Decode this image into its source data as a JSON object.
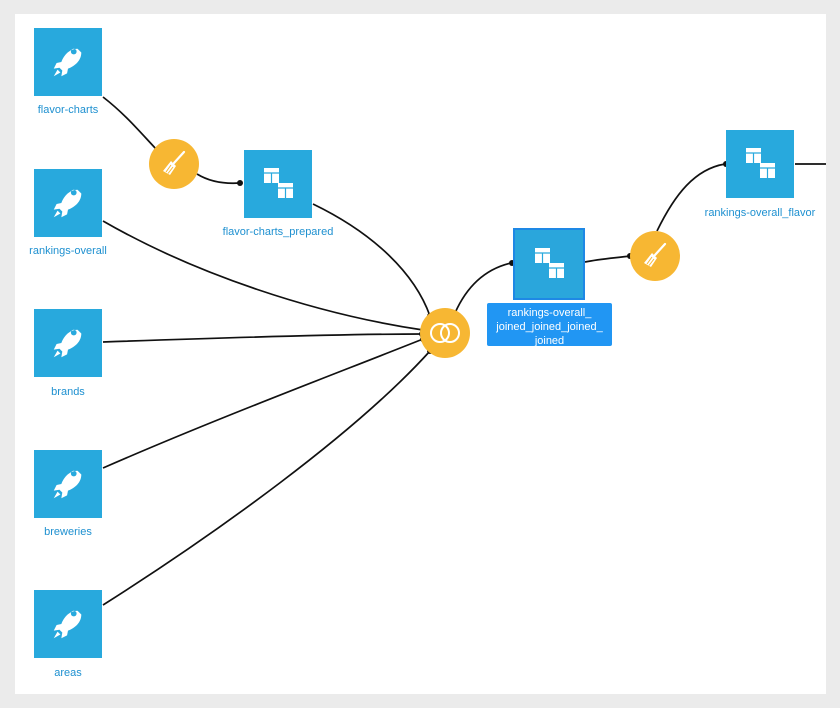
{
  "colors": {
    "dataset": "#28a9dd",
    "recipe": "#f7b733",
    "label": "#1e90d0",
    "selected_label_bg": "#2196f3",
    "edge": "#111111"
  },
  "datasets": {
    "flavor_charts": {
      "label": "flavor-charts",
      "icon": "rocket-icon"
    },
    "rankings_overall": {
      "label": "rankings-overall",
      "icon": "rocket-icon"
    },
    "brands": {
      "label": "brands",
      "icon": "rocket-icon"
    },
    "breweries": {
      "label": "breweries",
      "icon": "rocket-icon"
    },
    "areas": {
      "label": "areas",
      "icon": "rocket-icon"
    },
    "flavor_charts_prepared": {
      "label": "flavor-charts_prepared",
      "icon": "cubes-icon"
    },
    "joined": {
      "label": "rankings-overall_ joined_joined_joined_ joined",
      "icon": "cubes-icon",
      "selected": true
    },
    "rankings_overall_flavor": {
      "label": "rankings-overall_flavor",
      "icon": "cubes-icon"
    }
  },
  "recipes": {
    "prepare_1": {
      "icon": "broom-icon"
    },
    "join": {
      "icon": "join-icon"
    },
    "prepare_2": {
      "icon": "broom-icon"
    }
  }
}
